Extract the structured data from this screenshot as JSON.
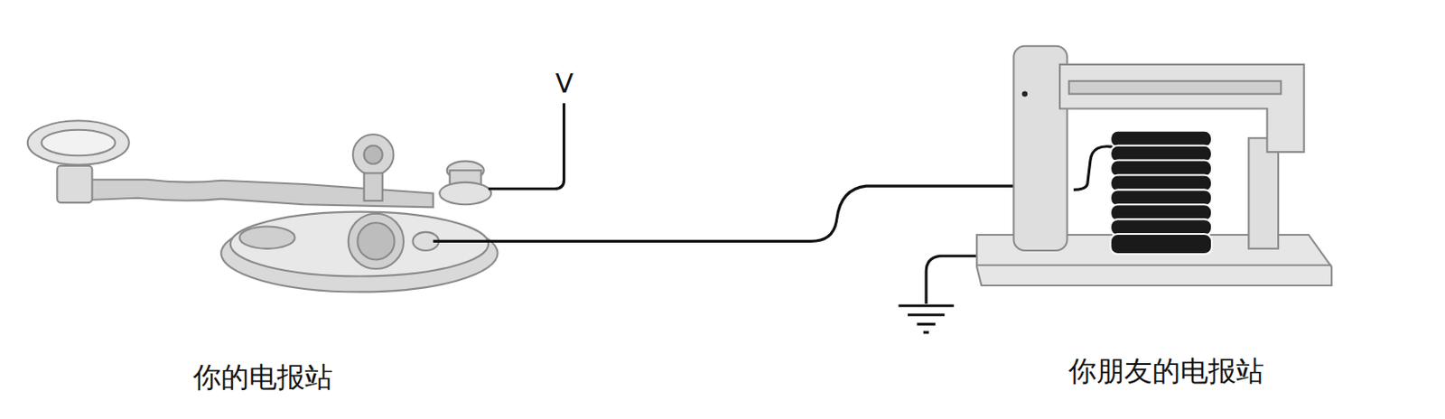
{
  "diagram": {
    "labels": [
      "V",
      "你的电报站",
      "你朋友的电报站"
    ]
  }
}
